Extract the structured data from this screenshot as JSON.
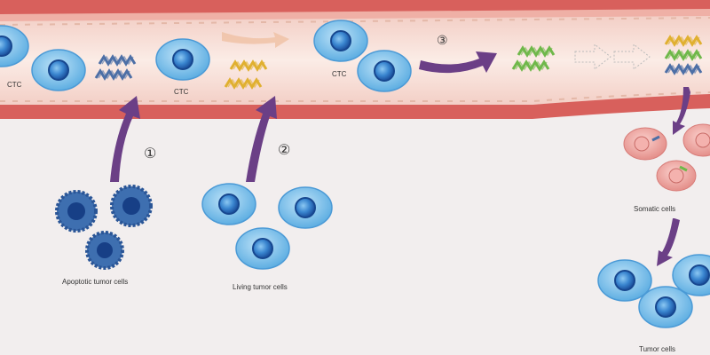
{
  "labels": {
    "ctc": "CTC",
    "step1": "①",
    "step2": "②",
    "step3": "③",
    "apoptotic": "Apoptotic tumor cells",
    "living": "Living tumor cells",
    "somatic": "Somatic cells",
    "tumor": "Tumor cells"
  },
  "colors": {
    "vessel_wall": "#d9625e",
    "lumen": "#f7ddd6",
    "cell": "#86c6ee",
    "nucleus": "#1d5fae",
    "arrow": "#6b3f86",
    "dna_blue": "#4d6fa6",
    "dna_yellow": "#e0b030",
    "dna_green": "#6fb84a",
    "somatic": "#f0a9a4"
  }
}
